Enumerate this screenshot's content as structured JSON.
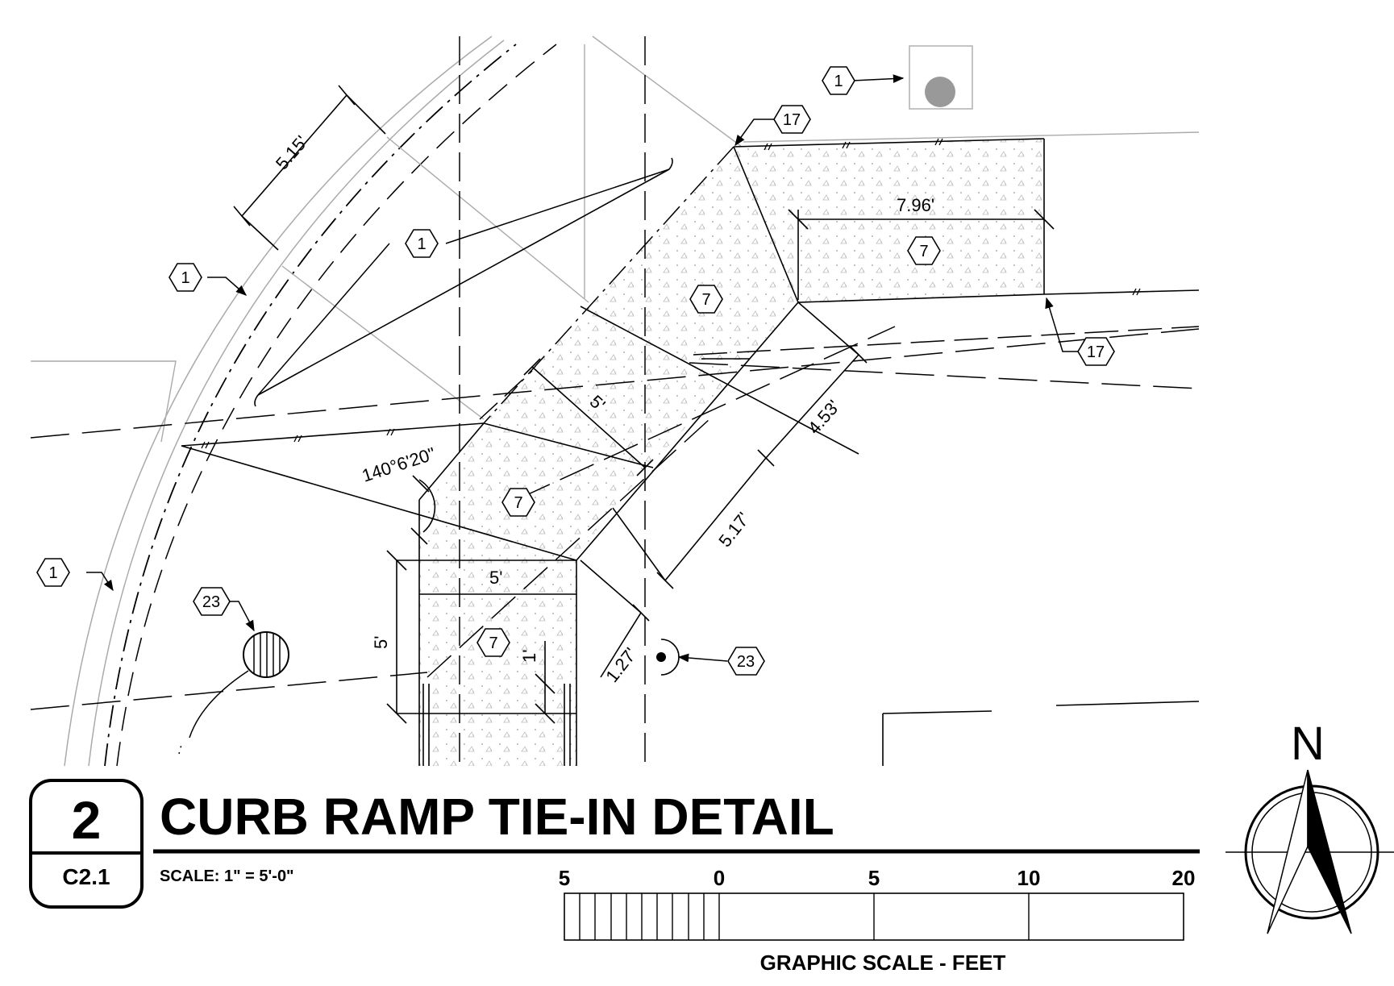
{
  "title_block": {
    "detail_number": "2",
    "sheet_number": "C2.1",
    "title": "CURB RAMP TIE-IN DETAIL",
    "scale_text": "SCALE:  1\" = 5'-0\""
  },
  "graphic_scale": {
    "labels": [
      "5",
      "0",
      "5",
      "10",
      "20"
    ],
    "caption": "GRAPHIC SCALE - FEET"
  },
  "north_arrow": {
    "label": "N"
  },
  "dimensions": {
    "d_515": "5.15'",
    "d_796": "7.96'",
    "d_5_upper": "5'",
    "d_453": "4.53'",
    "d_517": "5.17'",
    "d_angle": "140°6'20\"",
    "d_5_middle": "5'",
    "d_5_side": "5'",
    "d_1": "1'",
    "d_127": "1.27'"
  },
  "keynotes": {
    "k1_top": "1",
    "k17_top": "17",
    "k1_leader": "1",
    "k1_left": "1",
    "k7_right": "7",
    "k7_center": "7",
    "k17_right": "17",
    "k7_mid": "7",
    "k1_lower": "1",
    "k23_left": "23",
    "k7_bottom": "7",
    "k23_right": "23"
  }
}
